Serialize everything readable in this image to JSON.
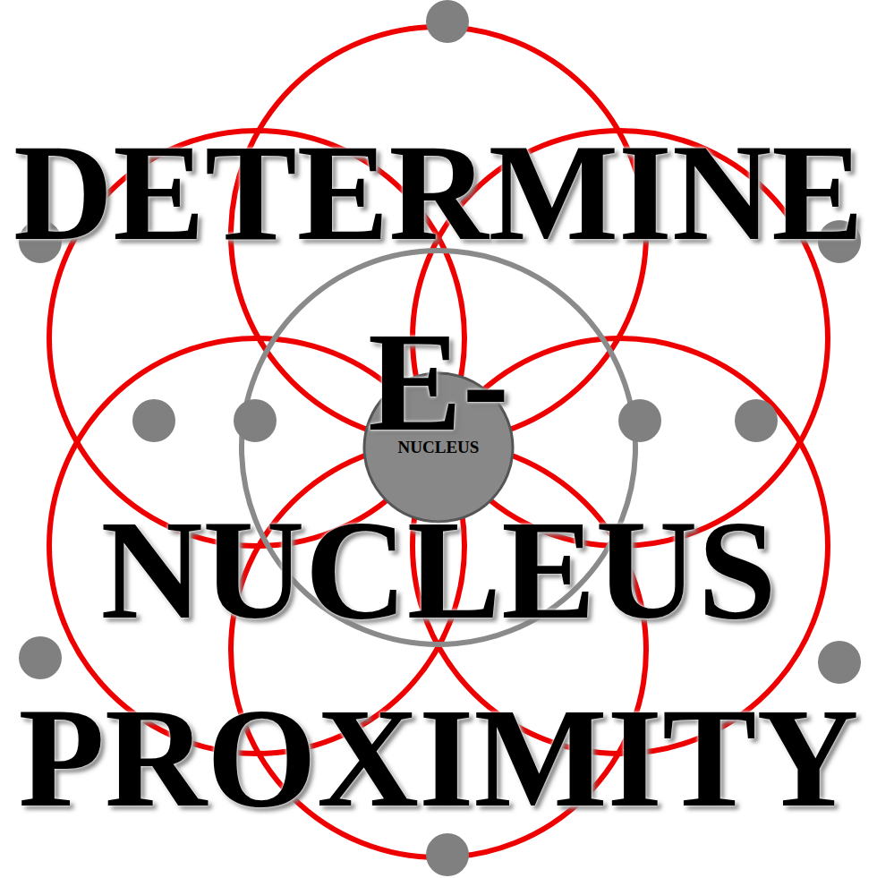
{
  "diagram": {
    "nodes": [
      {
        "text": [
          "NUCLEUS"
        ]
      }
    ],
    "labels": [
      "DETERMINE",
      "E-",
      "NUCLEUS",
      "PROXIMITY"
    ]
  }
}
